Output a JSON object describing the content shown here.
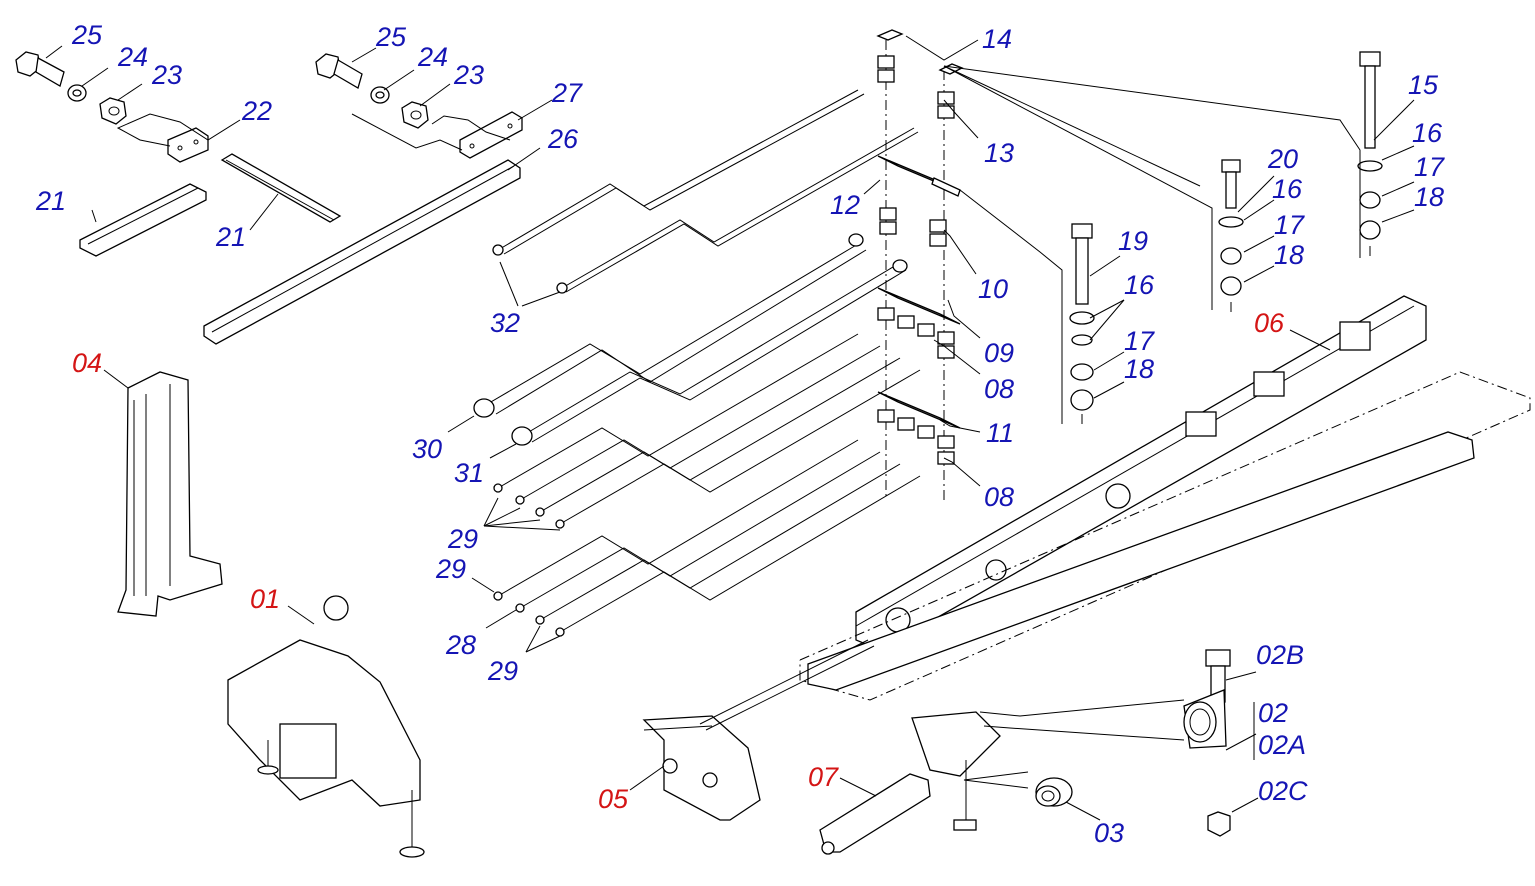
{
  "colors": {
    "label_primary": "#1515b4",
    "label_assembly": "#d41515",
    "line": "#000000"
  },
  "labels": {
    "l25a": "25",
    "l24a": "24",
    "l23a": "23",
    "l22": "22",
    "l21a": "21",
    "l21b": "21",
    "l25b": "25",
    "l24b": "24",
    "l23b": "23",
    "l27": "27",
    "l26": "26",
    "l14": "14",
    "l13": "13",
    "l12": "12",
    "l10": "10",
    "l32": "32",
    "l09": "09",
    "l08a": "08",
    "l08b": "08",
    "l11": "11",
    "l30": "30",
    "l31": "31",
    "l29a": "29",
    "l29b": "29",
    "l28": "28",
    "l29c": "29",
    "l15": "15",
    "l16a": "16",
    "l17a": "17",
    "l18a": "18",
    "l20": "20",
    "l16b": "16",
    "l17b": "17",
    "l18b": "18",
    "l19": "19",
    "l16c": "16",
    "l17c": "17",
    "l18c": "18",
    "l06": "06",
    "l04": "04",
    "l01": "01",
    "l05": "05",
    "l07": "07",
    "l03": "03",
    "l02B": "02B",
    "l02": "02",
    "l02A": "02A",
    "l02C": "02C"
  }
}
